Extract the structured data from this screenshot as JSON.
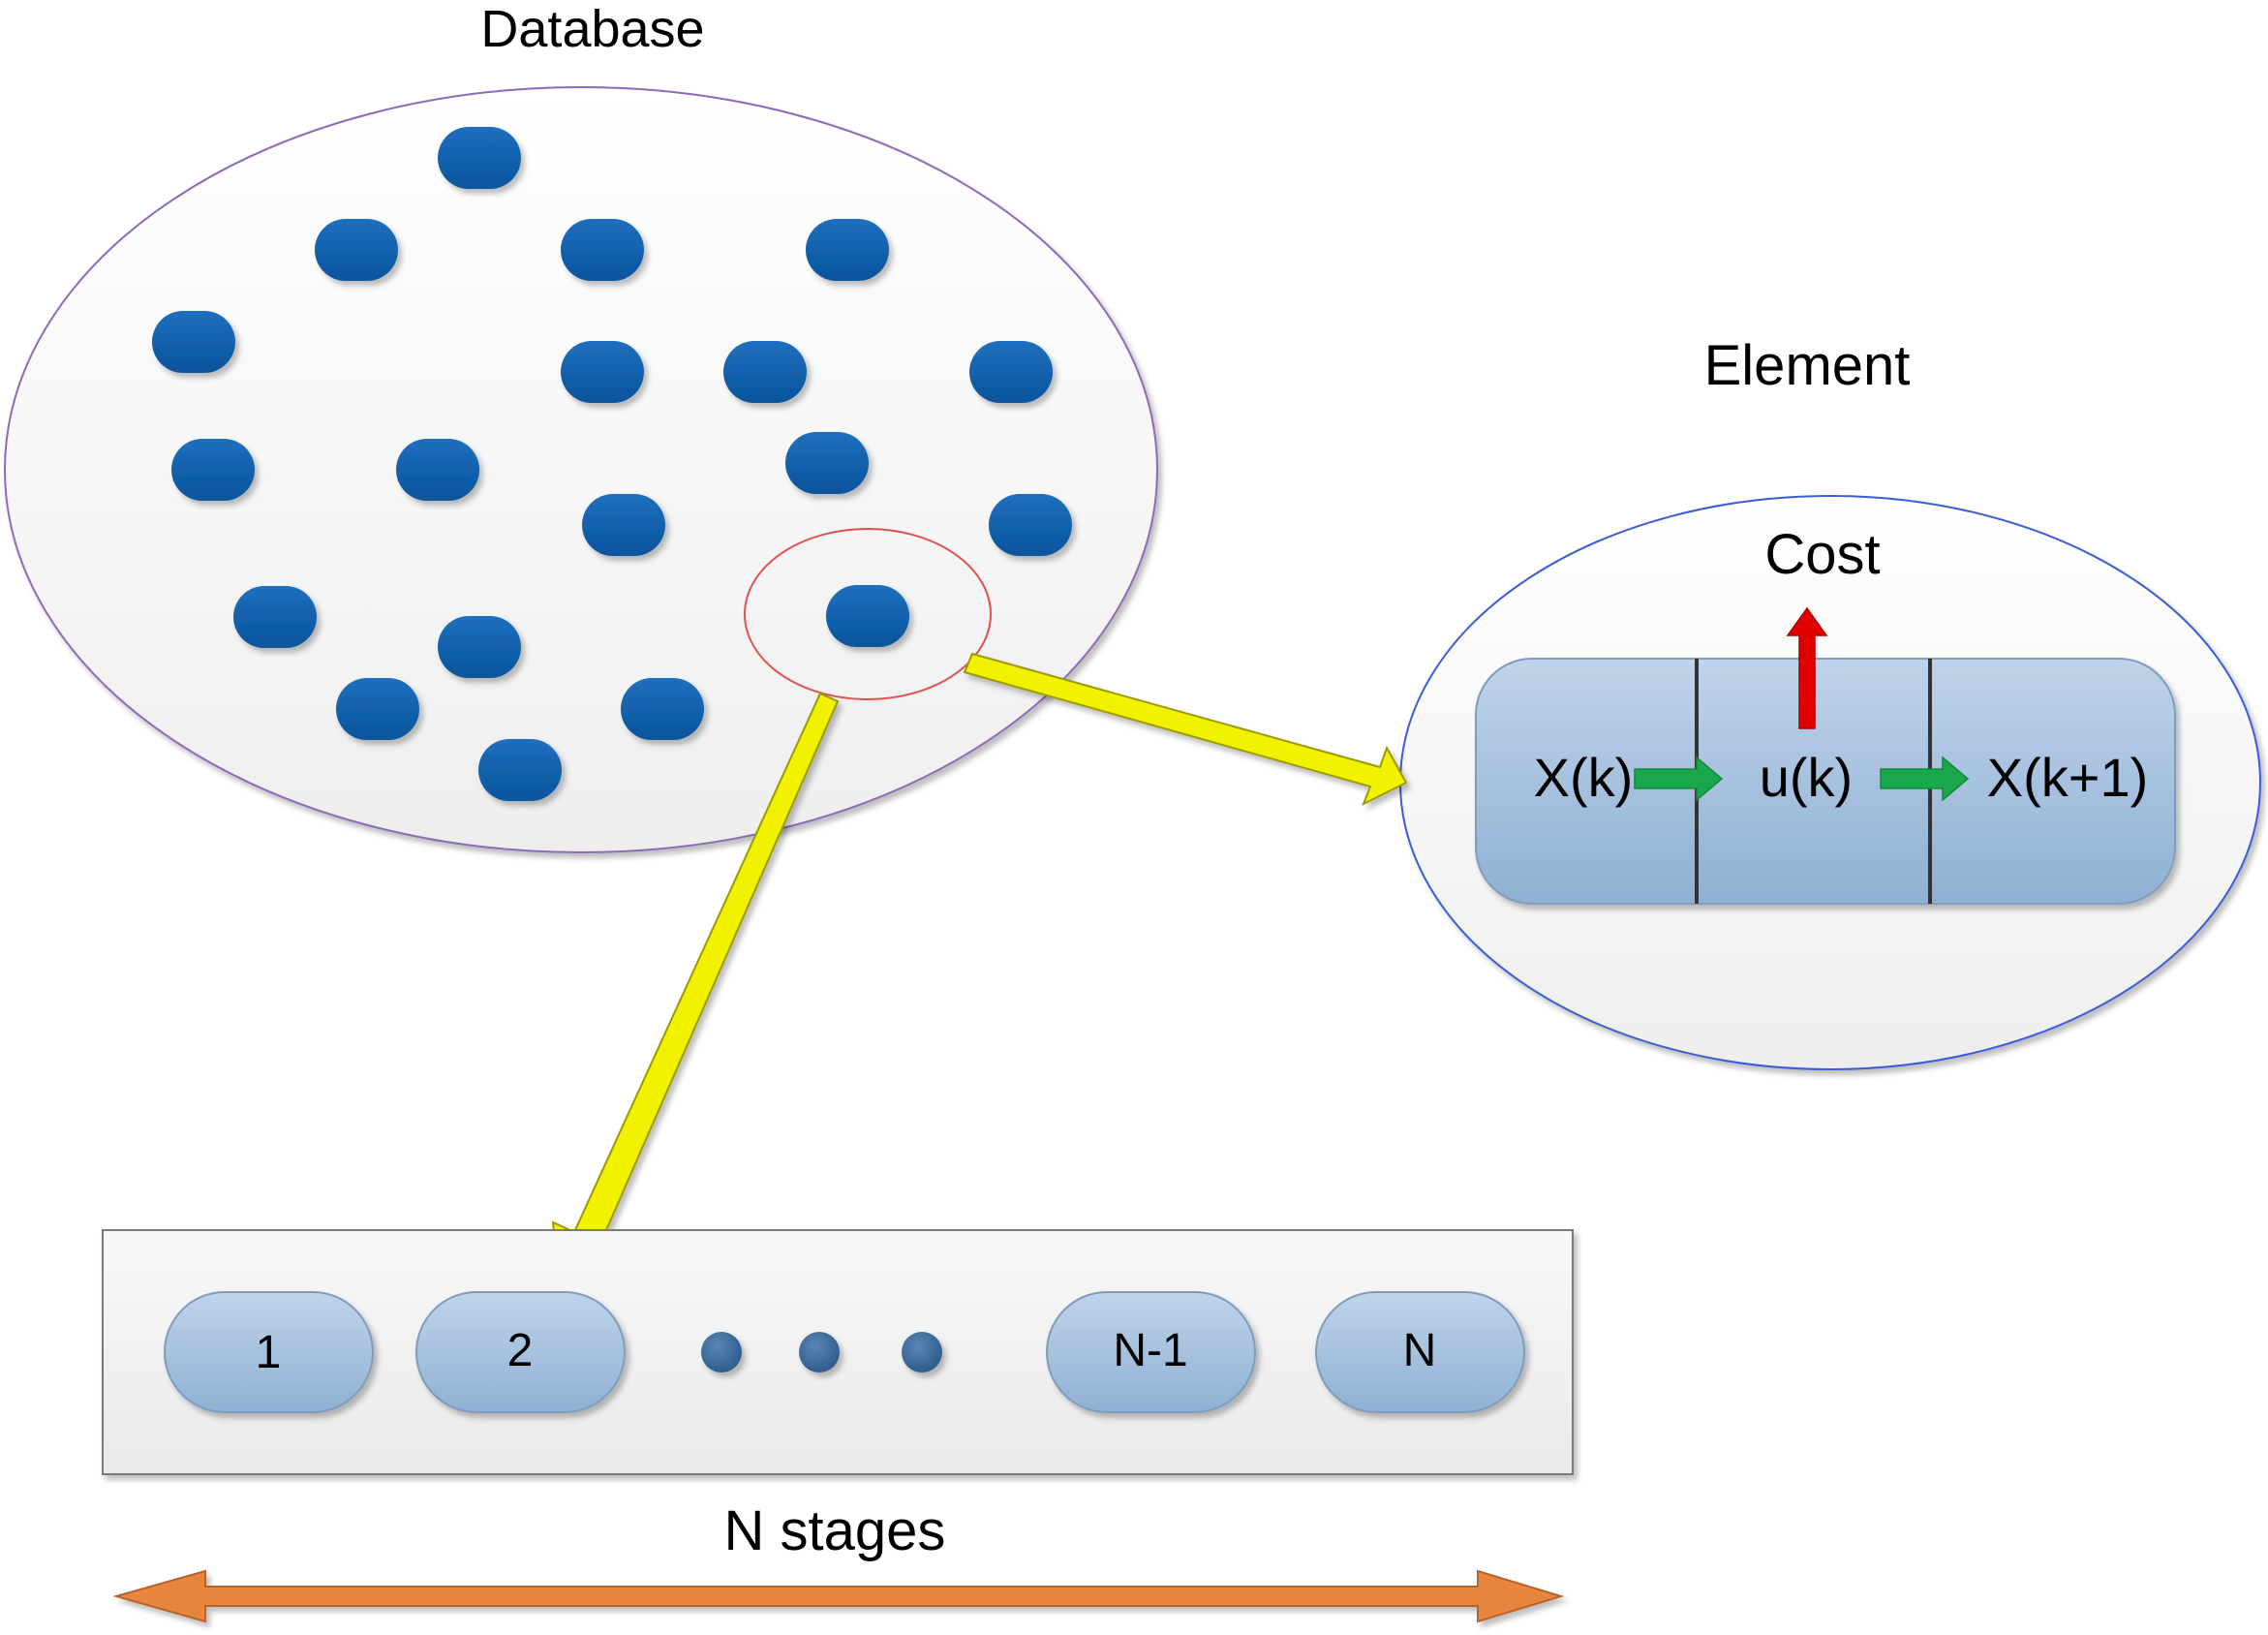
{
  "labels": {
    "database": "Database",
    "element": "Element",
    "cost": "Cost",
    "state_in": "X(k)",
    "decision": "u(k)",
    "state_out": "X(k+1)",
    "n_stages": "N stages"
  },
  "stages": {
    "first": "1",
    "second": "2",
    "second_last": "N-1",
    "last": "N"
  },
  "colors": {
    "record": "#0b5aa6",
    "stage_fill": "#8fb0d3",
    "pointer_arrow": "#f2f200",
    "flow_arrow": "#1aa64a",
    "cost_arrow": "#e00000",
    "span_arrow": "#e8863c"
  }
}
